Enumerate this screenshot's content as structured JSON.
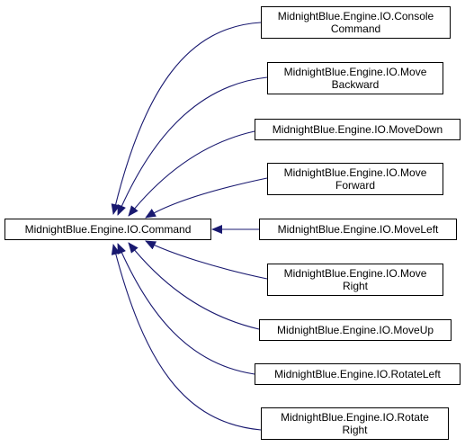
{
  "base_class": {
    "lines": [
      "MidnightBlue.Engine.IO.Command"
    ]
  },
  "derived_classes": [
    {
      "lines": [
        "MidnightBlue.Engine.IO.Console",
        "Command"
      ]
    },
    {
      "lines": [
        "MidnightBlue.Engine.IO.Move",
        "Backward"
      ]
    },
    {
      "lines": [
        "MidnightBlue.Engine.IO.MoveDown"
      ]
    },
    {
      "lines": [
        "MidnightBlue.Engine.IO.Move",
        "Forward"
      ]
    },
    {
      "lines": [
        "MidnightBlue.Engine.IO.MoveLeft"
      ]
    },
    {
      "lines": [
        "MidnightBlue.Engine.IO.Move",
        "Right"
      ]
    },
    {
      "lines": [
        "MidnightBlue.Engine.IO.MoveUp"
      ]
    },
    {
      "lines": [
        "MidnightBlue.Engine.IO.RotateLeft"
      ]
    },
    {
      "lines": [
        "MidnightBlue.Engine.IO.Rotate",
        "Right"
      ]
    }
  ],
  "colors": {
    "edge": "#191970",
    "node_border": "#000000",
    "node_fill": "#ffffff",
    "text": "#000000"
  }
}
